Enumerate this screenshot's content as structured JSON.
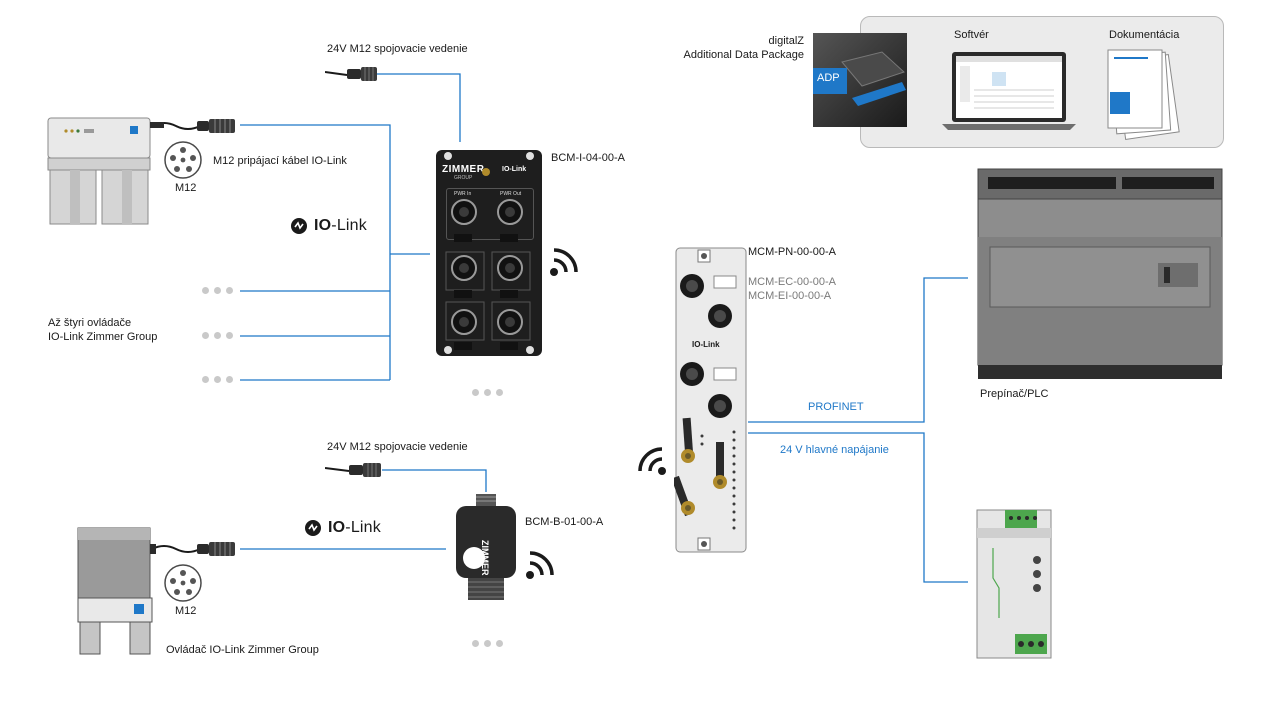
{
  "cable_top_label": "24V M12 spojovacie vedenie",
  "cable_bottom_label": "24V M12 spojovacie vedenie",
  "m12_cable_label": "M12 pripájací kábel IO-Link",
  "m12_top": "M12",
  "m12_bottom": "M12",
  "iolink_top": {
    "io": "IO",
    "link": "-Link"
  },
  "iolink_bottom": {
    "io": "IO",
    "link": "-Link"
  },
  "up_to_four": [
    "Až štyri ovládače",
    "IO-Link Zimmer Group"
  ],
  "bcm_i": {
    "label": "BCM-I-04-00-A",
    "brand": "ZIMMER",
    "brand_sub": "GROUP",
    "iolink_badge": "IO-Link",
    "pwr_in": "PWR In",
    "pwr_out": "PWR Out"
  },
  "bcm_b": {
    "label": "BCM-B-01-00-A",
    "brand": "ZIMMER"
  },
  "gripper_bottom_label": "Ovládač IO-Link Zimmer Group",
  "mcm": {
    "primary": "MCM-PN-00-00-A",
    "variants": [
      "MCM-EC-00-00-A",
      "MCM-EI-00-00-A"
    ],
    "iolink_badge": "IO-Link"
  },
  "profinet": "PROFINET",
  "power_24v": "24 V hlavné napájanie",
  "plc_label": "Prepínač/PLC",
  "panel": {
    "digitalz": [
      "digitalZ",
      "Additional Data Package"
    ],
    "adp": "ADP",
    "software": "Softvér",
    "docs": "Dokumentácia"
  },
  "colors": {
    "wire": "#1f78c8",
    "device_dark": "#1e1e1e",
    "label_grey": "#7a7a7a",
    "panel_bg": "#ebebeb"
  }
}
